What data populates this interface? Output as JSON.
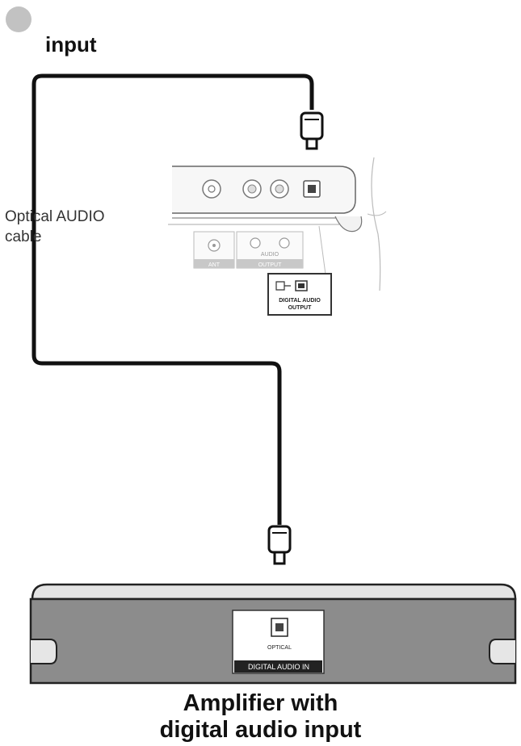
{
  "header": {
    "step_marker_color": "#c2c2c2",
    "input_label": "input"
  },
  "cable": {
    "label": "Optical AUDIO\ncable"
  },
  "tv_panel": {
    "port_labels": [
      "ANT",
      "AUDIO",
      "OUTPUT"
    ],
    "digital_audio_output_label": "DIGITAL AUDIO\nOUTPUT",
    "partial_label": "AUDIO"
  },
  "amplifier": {
    "optical_label": "OPTICAL",
    "digital_audio_in_label": "DIGITAL AUDIO IN",
    "title": "Amplifier with\ndigital audio input",
    "body_color": "#8c8c8c"
  }
}
